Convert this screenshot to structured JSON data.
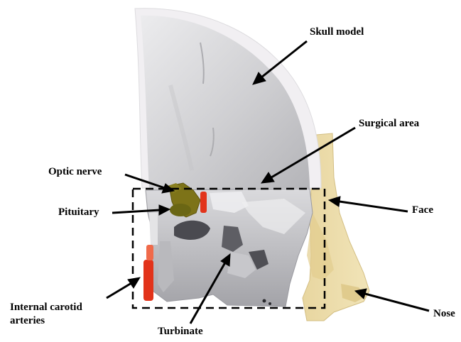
{
  "labels": {
    "skull_model": "Skull model",
    "surgical_area": "Surgical area",
    "optic_nerve": "Optic nerve",
    "pituitary": "Pituitary",
    "face": "Face",
    "nose": "Nose",
    "internal_carotid_line1": "Internal carotid",
    "internal_carotid_line2": "arteries",
    "turbinate": "Turbinate"
  },
  "colors": {
    "skull": "#d9d9db",
    "skull_dark": "#a9a9ad",
    "skull_rim": "#efeef0",
    "face": "#ecdcab",
    "face_dark": "#d8c384",
    "optic_nerve": "#7d7318",
    "pituitary": "#6a6614",
    "artery": "#e2331a",
    "arrow": "#000000"
  }
}
